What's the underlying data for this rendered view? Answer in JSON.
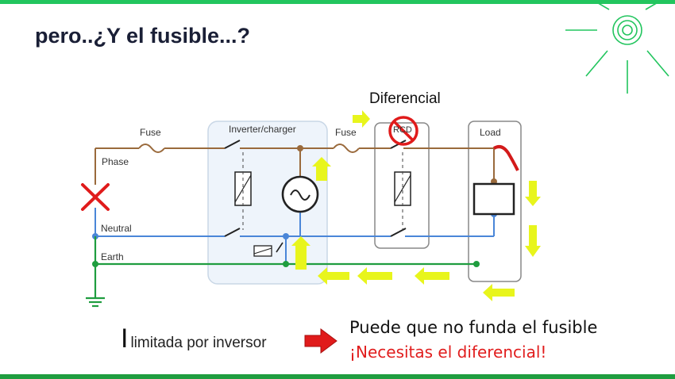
{
  "slide": {
    "title": "pero..¿Y el fusible...?",
    "diferencial_label": "Diferencial",
    "current_symbol": "I",
    "current_text": "limitada por inversor",
    "message_line1": "Puede que no funda el fusible",
    "message_line2": "¡Necesitas el diferencial!"
  },
  "diagram": {
    "fuse_left": "Fuse",
    "fuse_right": "Fuse",
    "inverter": "Inverter/charger",
    "rcd": "RCD",
    "load": "Load",
    "phase": "Phase",
    "neutral": "Neutral",
    "earth": "Earth"
  },
  "colors": {
    "accent": "#22c55e",
    "phase_wire": "#9a6a3c",
    "neutral_wire": "#4a86d8",
    "earth_wire": "#1f9d3f",
    "arrow": "#e8f51c",
    "fault": "#e01b1b"
  }
}
